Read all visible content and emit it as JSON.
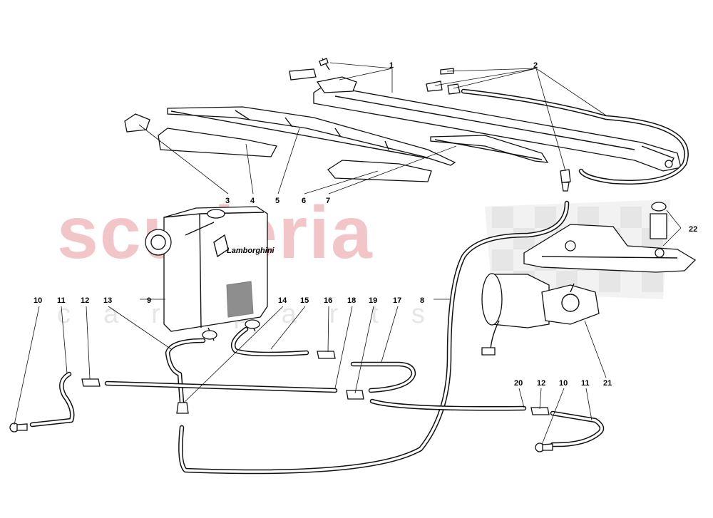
{
  "watermark": {
    "main": "scuderia",
    "sub": "car parts"
  },
  "tank_logo": {
    "brand": "Lamborghini"
  },
  "callouts": [
    {
      "id": "c1",
      "text": "1"
    },
    {
      "id": "c2",
      "text": "2"
    },
    {
      "id": "c3",
      "text": "3"
    },
    {
      "id": "c4",
      "text": "4"
    },
    {
      "id": "c5",
      "text": "5"
    },
    {
      "id": "c6",
      "text": "6"
    },
    {
      "id": "c7",
      "text": "7"
    },
    {
      "id": "c8",
      "text": "8"
    },
    {
      "id": "c9",
      "text": "9"
    },
    {
      "id": "c10a",
      "text": "10"
    },
    {
      "id": "c11a",
      "text": "11"
    },
    {
      "id": "c12a",
      "text": "12"
    },
    {
      "id": "c13",
      "text": "13"
    },
    {
      "id": "c14",
      "text": "14"
    },
    {
      "id": "c15",
      "text": "15"
    },
    {
      "id": "c16",
      "text": "16"
    },
    {
      "id": "c18",
      "text": "18"
    },
    {
      "id": "c19",
      "text": "19"
    },
    {
      "id": "c17",
      "text": "17"
    },
    {
      "id": "c20",
      "text": "20"
    },
    {
      "id": "c12b",
      "text": "12"
    },
    {
      "id": "c10b",
      "text": "10"
    },
    {
      "id": "c11b",
      "text": "11"
    },
    {
      "id": "c21",
      "text": "21"
    },
    {
      "id": "c22",
      "text": "22"
    }
  ]
}
